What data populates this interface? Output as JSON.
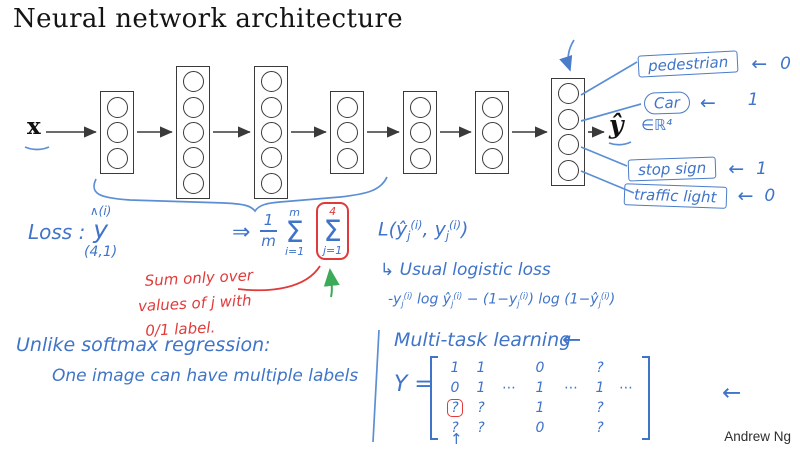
{
  "ink": {
    "blue": "#3f74c9",
    "red": "#e03a3a",
    "green": "#3cab57",
    "diagram_stroke": "#3a3a3a"
  },
  "slide": {
    "title": "Neural network architecture",
    "author": "Andrew Ng"
  },
  "network": {
    "input_label": "x",
    "output_label": "ŷ",
    "output_dim": "∈ℝ⁴",
    "layers": [
      {
        "name": "input-layer",
        "circles": 3
      },
      {
        "name": "hidden-layer-1",
        "circles": 5
      },
      {
        "name": "hidden-layer-2",
        "circles": 5
      },
      {
        "name": "hidden-layer-3",
        "circles": 3
      },
      {
        "name": "hidden-layer-4",
        "circles": 3
      },
      {
        "name": "hidden-layer-5",
        "circles": 3
      },
      {
        "name": "output-layer",
        "circles": 4
      }
    ],
    "outputs": [
      {
        "label": "pedestrian",
        "arrow": "←",
        "value": "0"
      },
      {
        "label": "Car",
        "arrow": "←",
        "value": "1"
      },
      {
        "label": "stop sign",
        "arrow": "←",
        "value": "1"
      },
      {
        "label": "traffic light",
        "arrow": "←",
        "value": "0"
      }
    ]
  },
  "loss": {
    "label": "Loss :",
    "yhat_hat": "∧(i)",
    "yhat_base": "y",
    "yhat_dims": "(4,1)",
    "implies": "⇒",
    "frac_num": "1",
    "frac_den": "m",
    "sum1_top": "m",
    "sum1_sym": "Σ",
    "sum1_bot": "i=1",
    "sum2_top": "4",
    "sum2_sym": "Σ",
    "sum2_bot": "j=1",
    "term_segments": [
      {
        "t": "L(ŷ"
      },
      {
        "s": "j"
      },
      {
        "p": "(i)"
      },
      {
        "t": ", y"
      },
      {
        "s": "j"
      },
      {
        "p": "(i)"
      },
      {
        "t": ")"
      }
    ]
  },
  "red_note": {
    "line1": "Sum only over",
    "line2": "values of j with",
    "line3": "0/1 label."
  },
  "logistic_note": {
    "line1": "↳ Usual logistic loss",
    "line2_segments": [
      {
        "t": "-y"
      },
      {
        "s": "j"
      },
      {
        "p": "(i)"
      },
      {
        "t": " log ŷ"
      },
      {
        "s": "j"
      },
      {
        "p": "(i)"
      },
      {
        "t": " − (1−y"
      },
      {
        "s": "j"
      },
      {
        "p": "(i)"
      },
      {
        "t": ") log (1−ŷ"
      },
      {
        "s": "j"
      },
      {
        "p": "(i)"
      },
      {
        "t": ")"
      }
    ]
  },
  "softmax_note": {
    "line1": "Unlike softmax regression:",
    "line2": "One image can have multiple labels"
  },
  "mtl": {
    "title": "Multi-task learning",
    "title_arrow": "←",
    "y_label": "Y =",
    "matrix": {
      "rows": [
        [
          "1",
          "1",
          "",
          "0",
          "",
          "?",
          ""
        ],
        [
          "0",
          "1",
          "⋯",
          "1",
          "⋯",
          "1",
          "⋯"
        ],
        [
          "?",
          "?",
          "",
          "1",
          "",
          "?",
          ""
        ],
        [
          "?",
          "?",
          "",
          "0",
          "",
          "?",
          ""
        ]
      ],
      "col_marker": "↑"
    },
    "right_arrow": "←"
  }
}
